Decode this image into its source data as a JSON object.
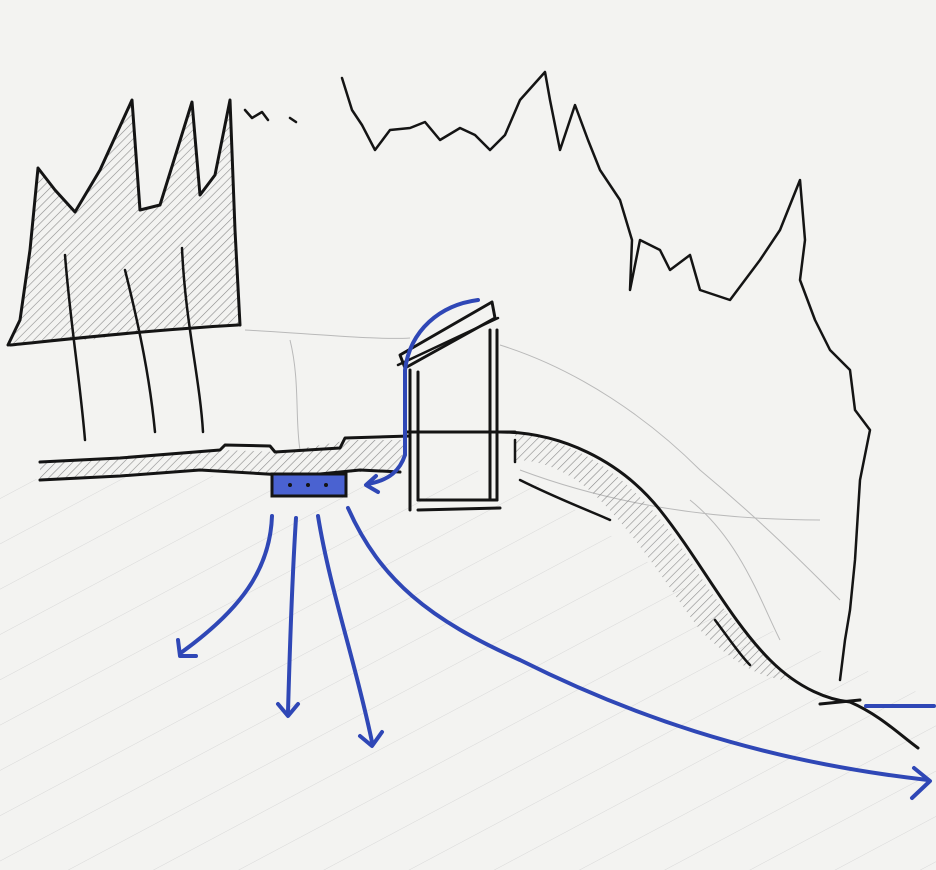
{
  "sketch": {
    "colors": {
      "paper": "#f3f3f1",
      "ink": "#141414",
      "water": "#2f47b6",
      "water_fill": "#4a62d1",
      "pencil": "#b9b9b9",
      "hatch": "#8a8a8a"
    },
    "elements": [
      "tree-canopy-icon",
      "tree-trunk",
      "ridge-line",
      "roof-catchment",
      "building",
      "storage-tank",
      "terrace-ground",
      "embankment-slope",
      "water-flow-arrow",
      "stream"
    ]
  }
}
